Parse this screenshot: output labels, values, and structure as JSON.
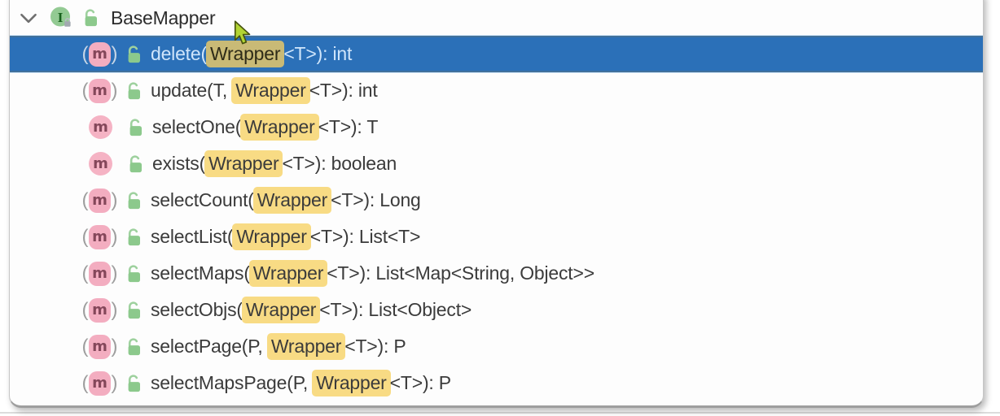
{
  "panel": {
    "type": "structure-popup",
    "root": {
      "label": "BaseMapper",
      "expanded": true,
      "icon": "interface-icon",
      "interface_letter": "I",
      "visibility_icon": "unlocked-padlock-icon"
    },
    "icons": {
      "method_letter": "m",
      "paren_left": "(",
      "paren_right": ")",
      "expander": "chevron-down-icon",
      "visibility": "unlocked-padlock-icon",
      "pointer": "mouse-pointer-icon"
    },
    "methods": [
      {
        "prefix": "delete(",
        "highlight": "Wrapper",
        "suffix": "<T>): int",
        "icon": "method-paren",
        "selected": true
      },
      {
        "prefix": "update(T, ",
        "highlight": "Wrapper",
        "suffix": "<T>): int",
        "icon": "method-paren",
        "selected": false
      },
      {
        "prefix": "selectOne(",
        "highlight": "Wrapper",
        "suffix": "<T>): T",
        "icon": "method-plain",
        "selected": false
      },
      {
        "prefix": "exists(",
        "highlight": "Wrapper",
        "suffix": "<T>): boolean",
        "icon": "method-plain",
        "selected": false
      },
      {
        "prefix": "selectCount(",
        "highlight": "Wrapper",
        "suffix": "<T>): Long",
        "icon": "method-paren",
        "selected": false
      },
      {
        "prefix": "selectList(",
        "highlight": "Wrapper",
        "suffix": "<T>): List<T>",
        "icon": "method-paren",
        "selected": false
      },
      {
        "prefix": "selectMaps(",
        "highlight": "Wrapper",
        "suffix": "<T>): List<Map<String, Object>>",
        "icon": "method-paren",
        "selected": false
      },
      {
        "prefix": "selectObjs(",
        "highlight": "Wrapper",
        "suffix": "<T>): List<Object>",
        "icon": "method-paren",
        "selected": false
      },
      {
        "prefix": "selectPage(P, ",
        "highlight": "Wrapper",
        "suffix": "<T>): P",
        "icon": "method-paren",
        "selected": false
      },
      {
        "prefix": "selectMapsPage(P, ",
        "highlight": "Wrapper",
        "suffix": "<T>): P",
        "icon": "method-paren",
        "selected": false
      }
    ],
    "colors": {
      "selection_background": "#2b70b8",
      "selection_text": "#cfe5fb",
      "match_highlight": "#f8db84",
      "match_highlight_on_selection": "#c9ba76",
      "method_icon_pink": "#f3adc0",
      "visibility_icon_green": "#8cc98c",
      "interface_icon_green": "#93ca93",
      "text": "#3b3b3b"
    }
  }
}
